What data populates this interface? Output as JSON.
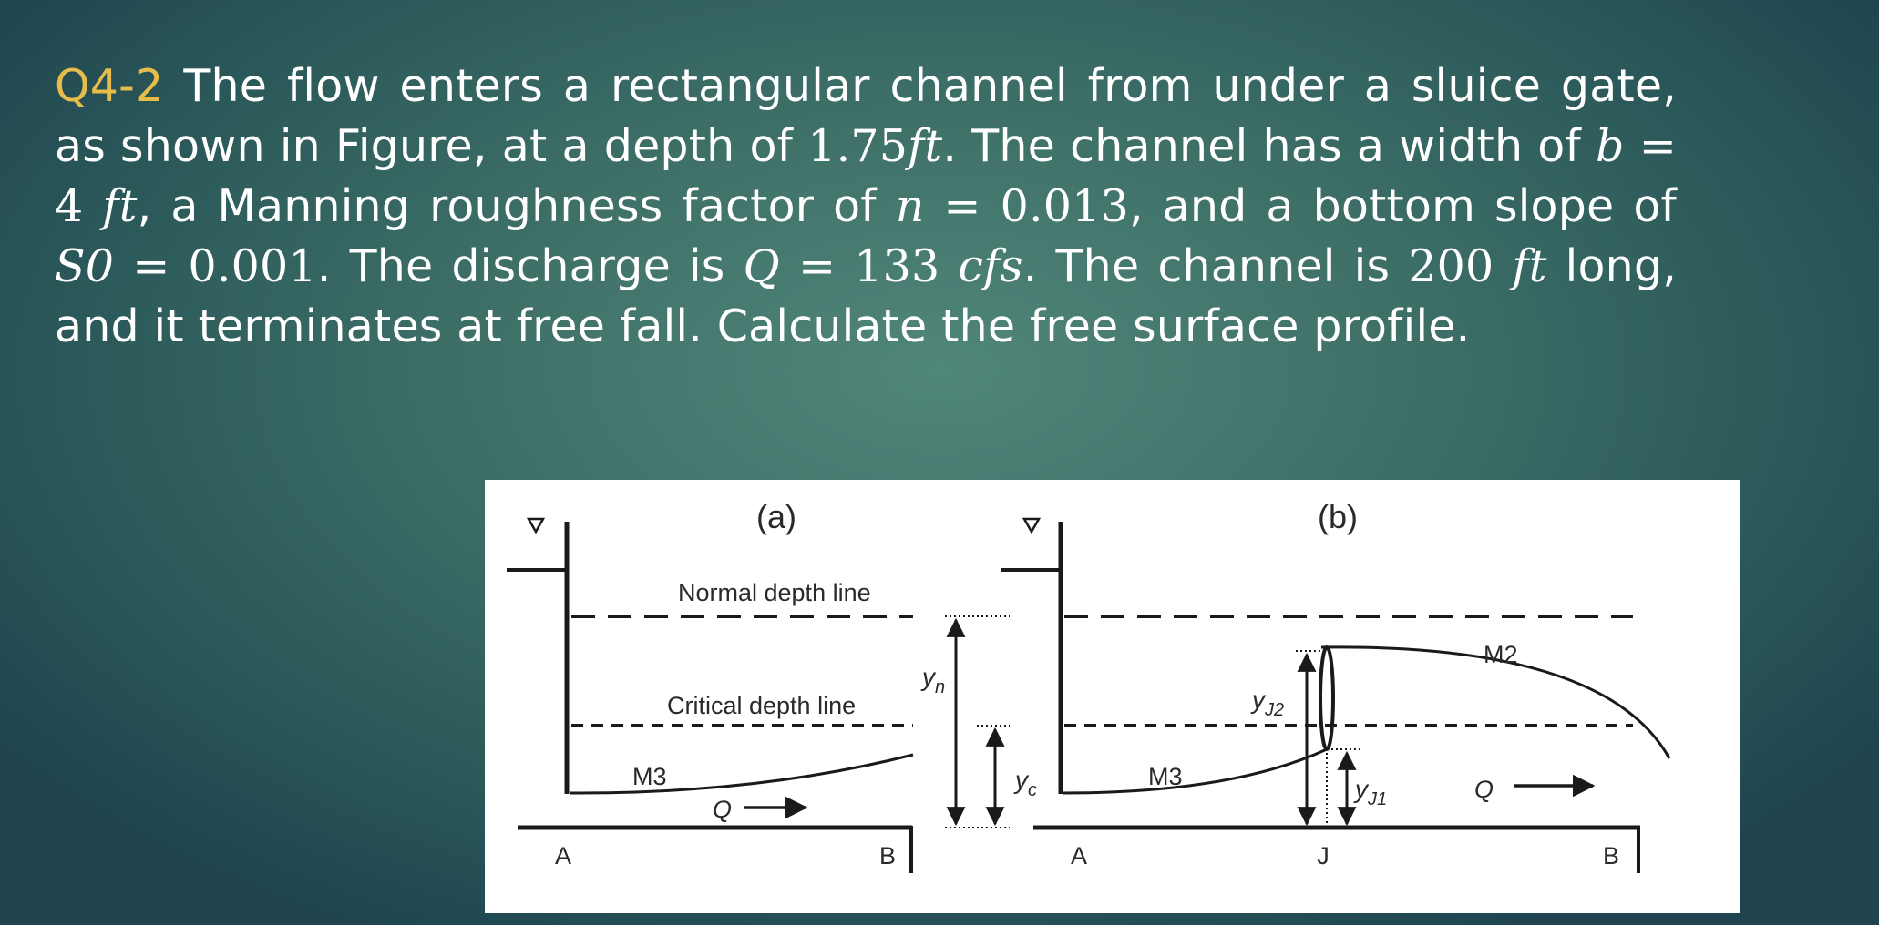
{
  "question": {
    "id": "Q4-2",
    "text_1": "The flow enters a rectangular channel from under a sluice gate, as shown in Figure, at a depth of",
    "depth": "1.75",
    "unit_ft": "ft",
    "text_2": ". The channel has a width of",
    "width_sym": "b",
    "eq": "=",
    "width_val": "4",
    "text_3": ", a Manning roughness factor of",
    "n_sym": "n",
    "n_val": "0.013",
    "text_4": ", and a bottom slope of",
    "slope_sym": "S0",
    "slope_val": "0.001",
    "text_5": ". The discharge is",
    "q_sym": "Q",
    "q_val": "133",
    "unit_cfs": "cfs",
    "text_6": ". The channel is",
    "length_val": "200",
    "text_7": "long, and it terminates at free fall. Calculate the free surface profile."
  },
  "figure": {
    "panel_a": {
      "label": "(a)",
      "normal_depth_label": "Normal depth line",
      "critical_depth_label": "Critical depth line",
      "curve_label": "M3",
      "flow_label": "Q",
      "left_point": "A",
      "right_point": "B"
    },
    "dims": {
      "yn": "y",
      "yn_sub": "n",
      "yc": "y",
      "yc_sub": "c"
    },
    "panel_b": {
      "label": "(b)",
      "curve_upstream": "M3",
      "curve_downstream": "M2",
      "yj2": "y",
      "yj2_sub": "J2",
      "yj1": "y",
      "yj1_sub": "J1",
      "flow_label": "Q",
      "left_point": "A",
      "jump_point": "J",
      "right_point": "B"
    }
  }
}
